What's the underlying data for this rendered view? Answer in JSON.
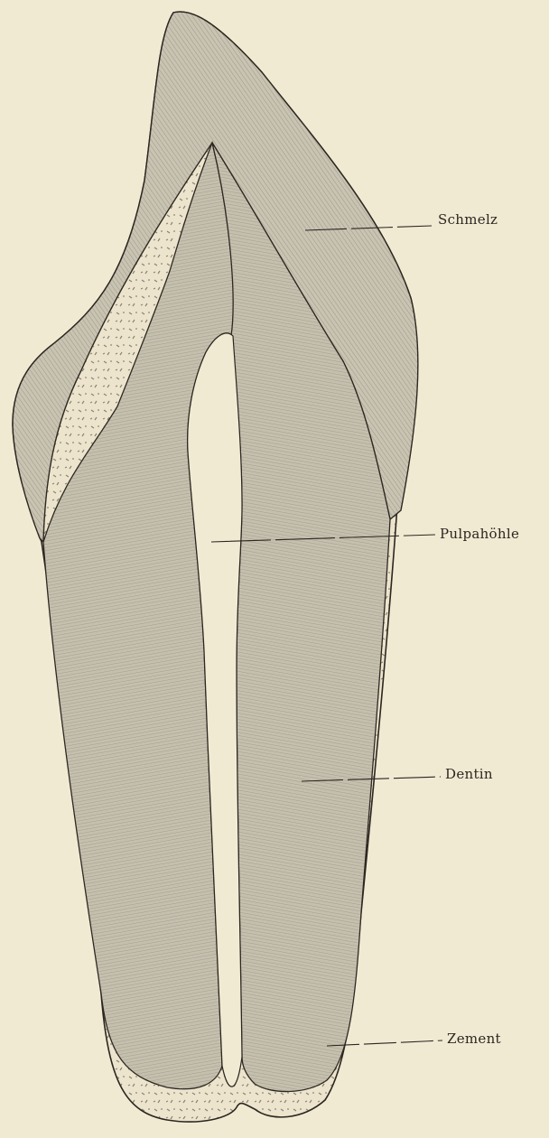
{
  "labels": {
    "schmelz": "Schmelz",
    "pulpahoehle": "Pulpahöhle",
    "dentin": "Dentin",
    "zement": "Zement"
  },
  "colors": {
    "paper": "#f1ead3",
    "enamel": "#c9c3b2",
    "dentin": "#c5bfae",
    "cementum": "#ece4cc",
    "ink": "#2b2620",
    "hatch": "#7d7668"
  }
}
